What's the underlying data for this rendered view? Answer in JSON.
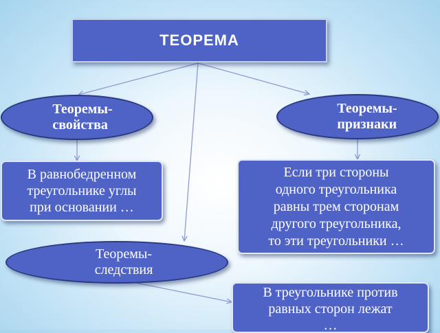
{
  "title": "ТЕОРЕМА",
  "nodes": {
    "properties": "Теоремы-\nсвойства",
    "criteria": "Теоремы-\nпризнаки",
    "corollaries": "Теоремы-\nследствия",
    "isosceles": "В равнобедренном\nтреугольнике углы\nпри основании …",
    "three_sides": "Если три стороны\nодного треугольника\nравны трем сторонам\nдругого треугольника,\nто эти треугольники …",
    "equal_sides": "В треугольнике против\nравных сторон лежат\n…"
  },
  "colors": {
    "box_fill": "#4f63c7",
    "connector": "#8f9bd0",
    "text": "#ffffff"
  }
}
